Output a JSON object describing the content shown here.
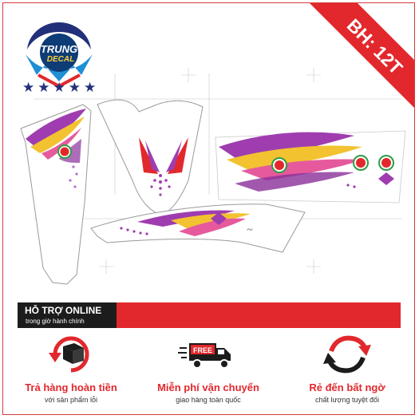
{
  "brand": {
    "logo_text_top": "TRUNG",
    "logo_text_bottom": "DECAL",
    "star_count": 5,
    "colors": {
      "red": "#e2282d",
      "navy": "#22307a",
      "black": "#1c1c1c",
      "purple": "#9f3db0",
      "yellow": "#f2c230",
      "pink": "#e65a9d"
    }
  },
  "ribbon": {
    "label": "BH: 12T"
  },
  "support": {
    "title": "HỖ TRỢ ONLINE",
    "subtitle": "trong giờ hành chính"
  },
  "features": [
    {
      "title": "Trả hàng hoàn tiền",
      "subtitle": "với sản phẩm lỗi",
      "icon": "return-box-icon"
    },
    {
      "title": "Miễn phí vận chuyển",
      "subtitle": "giao hàng toàn quốc",
      "icon": "free-shipping-truck-icon",
      "badge": "FREE"
    },
    {
      "title": "Rẻ đến bất ngờ",
      "subtitle": "chất lượng tuyệt đối",
      "icon": "refresh-arrows-icon"
    }
  ]
}
